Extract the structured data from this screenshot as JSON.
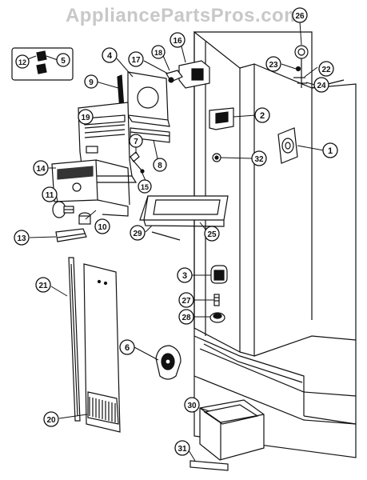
{
  "watermark": "AppliancePartsPros.com",
  "callouts": {
    "c1": "1",
    "c2": "2",
    "c3": "3",
    "c4": "4",
    "c5": "5",
    "c6": "6",
    "c7": "7",
    "c8": "8",
    "c9": "9",
    "c10": "10",
    "c11": "11",
    "c12": "12",
    "c13": "13",
    "c14": "14",
    "c15": "15",
    "c16": "16",
    "c17": "17",
    "c18": "18",
    "c19": "19",
    "c20": "20",
    "c21": "21",
    "c22": "22",
    "c23": "23",
    "c24": "24",
    "c25": "25",
    "c26": "26",
    "c27": "27",
    "c28": "28",
    "c29": "29",
    "c30": "30",
    "c31": "31",
    "c32": "32"
  },
  "colors": {
    "line": "#111111",
    "watermark": "#c8c8c8",
    "fill": "#ffffff"
  }
}
